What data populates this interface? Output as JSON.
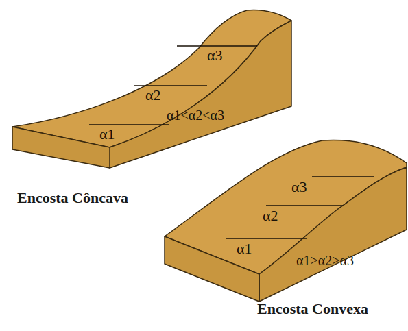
{
  "diagram": {
    "labels": [
      "α3",
      "α2",
      "α1<α2<α3",
      "α1",
      "Encosta Côncava",
      "α3",
      "α2",
      "α1",
      "α1>α2>α3",
      "Encosta Convexa"
    ]
  }
}
